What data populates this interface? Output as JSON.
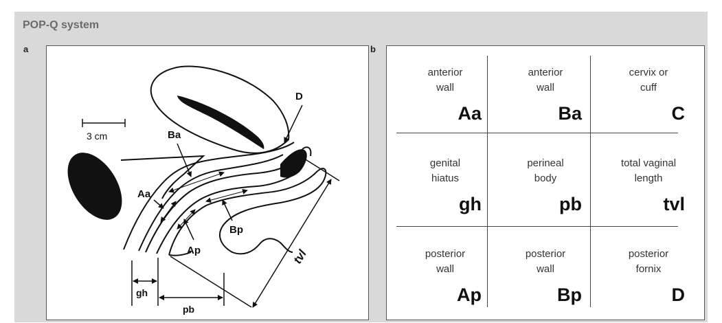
{
  "title": "POP-Q system",
  "panel_a": {
    "letter": "a",
    "scale": "3 cm",
    "labels": {
      "D": "D",
      "Ba": "Ba",
      "Aa": "Aa",
      "Ap": "Ap",
      "Bp": "Bp",
      "gh": "gh",
      "pb": "pb",
      "tvl": "tvl"
    }
  },
  "panel_b": {
    "letter": "b",
    "cells": [
      {
        "desc_line1": "anterior",
        "desc_line2": "wall",
        "code": "Aa"
      },
      {
        "desc_line1": "anterior",
        "desc_line2": "wall",
        "code": "Ba"
      },
      {
        "desc_line1": "cervix  or",
        "desc_line2": "cuff",
        "code": "C"
      },
      {
        "desc_line1": "genital",
        "desc_line2": "hiatus",
        "code": "gh"
      },
      {
        "desc_line1": "perineal",
        "desc_line2": "body",
        "code": "pb"
      },
      {
        "desc_line1": "total  vaginal",
        "desc_line2": "length",
        "code": "tvl"
      },
      {
        "desc_line1": "posterior",
        "desc_line2": "wall",
        "code": "Ap"
      },
      {
        "desc_line1": "posterior",
        "desc_line2": "wall",
        "code": "Bp"
      },
      {
        "desc_line1": "posterior",
        "desc_line2": "fornix",
        "code": "D"
      }
    ]
  }
}
